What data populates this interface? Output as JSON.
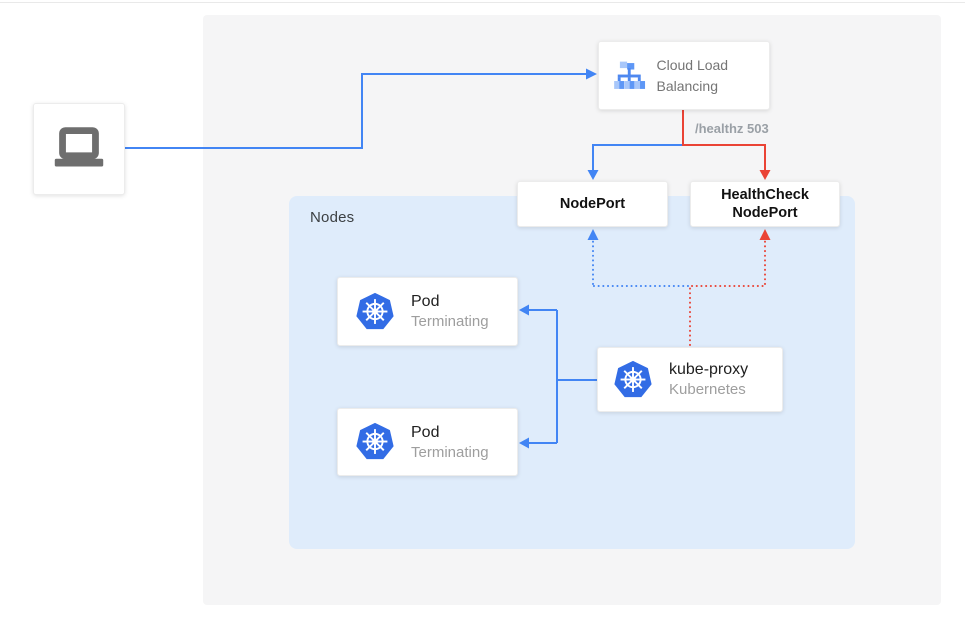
{
  "colors": {
    "accent_blue": "#4285f4",
    "accent_red": "#ea4335",
    "kubernetes_blue": "#326ce5",
    "panel_bg": "#f5f5f6",
    "nodes_bg": "#dfecfb",
    "muted_text": "#757575",
    "subtitle_text": "#9e9e9e",
    "healthz_text": "#9aa0a6"
  },
  "diagram": {
    "client": {
      "icon": "laptop"
    },
    "load_balancer": {
      "title": "Cloud Load Balancing",
      "icon": "cloud-load-balancing"
    },
    "healthz_label": "/healthz 503",
    "nodeport": {
      "label": "NodePort"
    },
    "healthcheck_nodeport": {
      "label": "HealthCheck NodePort"
    },
    "nodes_group": {
      "label": "Nodes"
    },
    "pods": [
      {
        "title": "Pod",
        "subtitle": "Terminating",
        "icon": "kubernetes"
      },
      {
        "title": "Pod",
        "subtitle": "Terminating",
        "icon": "kubernetes"
      }
    ],
    "kube_proxy": {
      "title": "kube-proxy",
      "subtitle": "Kubernetes",
      "icon": "kubernetes"
    }
  }
}
